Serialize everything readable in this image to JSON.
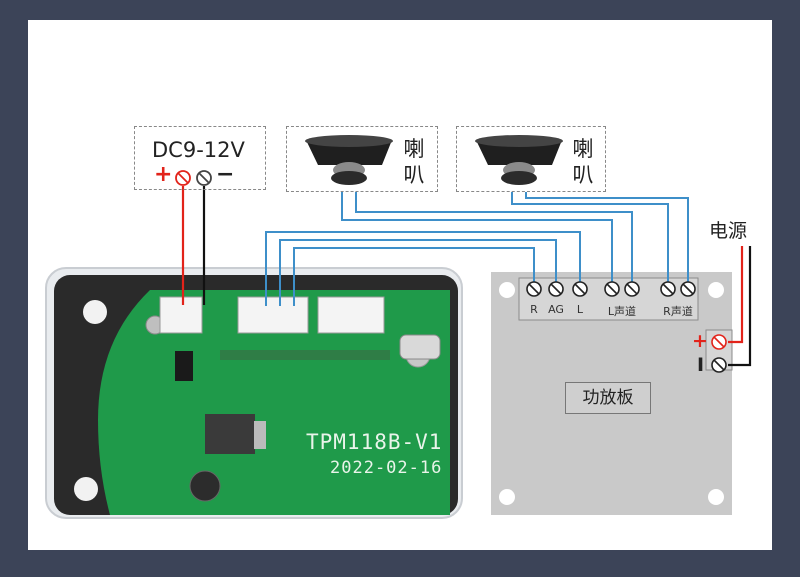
{
  "power_input": {
    "label": "DC9-12V",
    "plus_symbol": "+",
    "minus_symbol": "−"
  },
  "speakers": [
    {
      "label": "喇\n叭"
    },
    {
      "label": "喇\n叭"
    }
  ],
  "power_supply": {
    "label": "电源",
    "plus_symbol": "+",
    "minus_symbol": "I"
  },
  "amplifier": {
    "title": "功放板",
    "terminals": [
      "R",
      "AG",
      "L",
      "L声道",
      "R声道"
    ]
  },
  "pcb": {
    "model": "TPM118B-V1",
    "date": "2022-02-16"
  },
  "colors": {
    "positive_wire": "#e2231a",
    "negative_wire": "#111111",
    "signal_wire": "#3e8fc9",
    "pcb_green": "#1f9a4a",
    "amp_board": "#c9c9c9"
  }
}
